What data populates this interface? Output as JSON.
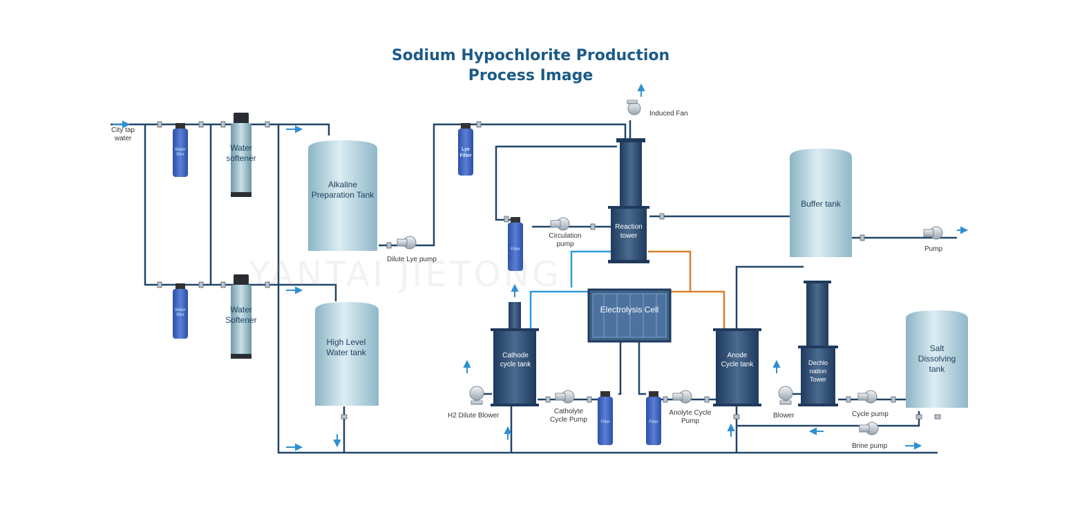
{
  "title": {
    "line1": "Sodium Hypochlorite Production",
    "line2": "Process Image"
  },
  "watermark": "YANTAI JIETONG",
  "inlet": {
    "label": "City tap water"
  },
  "filters": {
    "water_filter_1": "Water filter",
    "water_filter_2": "Water filter",
    "lye_filter": "Lye Filter",
    "filter_circ": "Filter",
    "filter_catholyte": "Filter",
    "filter_anolyte": "Filter"
  },
  "softeners": {
    "s1": "Water softener",
    "s2": "Water Softener"
  },
  "tanks": {
    "alkaline": "Alkaline Preparation Tank",
    "high_level": "High Level Water tank",
    "buffer": "Buffer tank",
    "salt": "Salt Dissolving tank",
    "reaction": "Reaction tower",
    "cathode": "Cathode cycle tank",
    "anode": "Anode Cycle tank",
    "dechlorination": "Dechlo nation Tower",
    "electrolysis": "Electrolysis Cell"
  },
  "equipment": {
    "induced_fan": "Induced Fan",
    "dilute_lye_pump": "Dilute Lye pump",
    "circulation_pump": "Circulation pump",
    "pump": "Pump",
    "h2_blower": "H2 Dilute Blower",
    "catholyte_pump": "Catholyte Cycle Pump",
    "anolyte_pump": "Anolyte Cycle Pump",
    "blower": "Blower",
    "cycle_pump": "Cycle pump",
    "brine_pump": "Brine pump"
  },
  "colors": {
    "pipe": "#1e4468",
    "lightblue_pipe": "#2f9bd6",
    "orange_pipe": "#d9802b",
    "arrow": "#2f8fd0",
    "title": "#1c5a88"
  }
}
